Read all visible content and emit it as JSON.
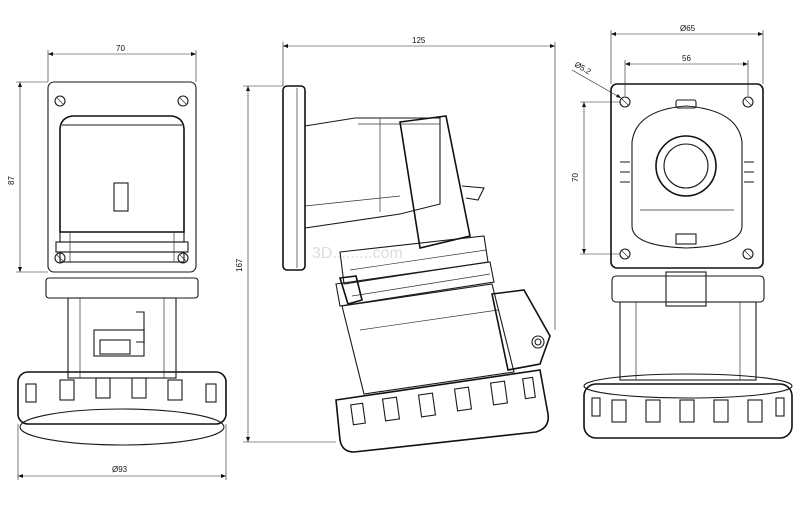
{
  "dimensions": {
    "front_width": "70",
    "front_height": "87",
    "front_diameter": "Ø93",
    "side_length": "125",
    "side_height": "167",
    "right_outer_diameter": "Ø65",
    "right_hole_spacing_h": "56",
    "right_hole_spacing_v": "70",
    "right_hole_diameter": "Ø5.2"
  },
  "watermark": "3D.........com",
  "colors": {
    "line": "#1a1a1a",
    "background": "#ffffff"
  }
}
